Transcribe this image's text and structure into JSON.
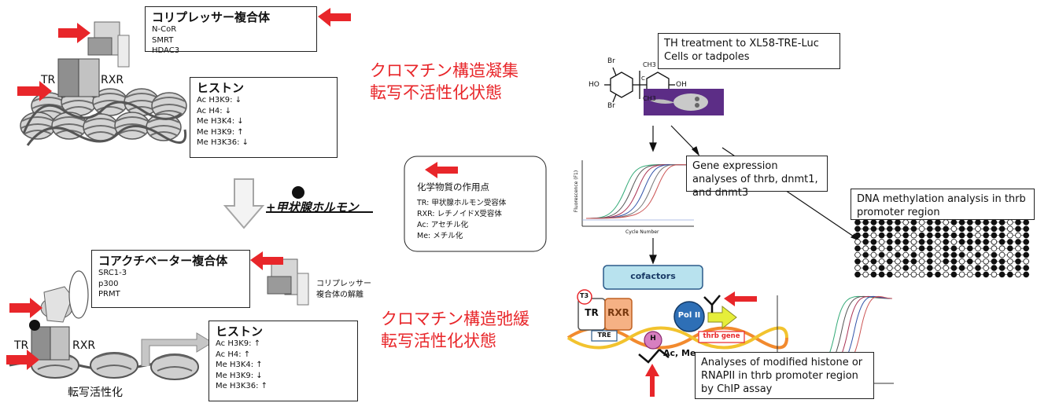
{
  "corepressor_box": {
    "title": "コリプレッサー複合体",
    "items": [
      "N-CoR",
      "SMRT",
      "HDAC3"
    ]
  },
  "histone_top": {
    "title": "ヒストン",
    "items": [
      "Ac H3K9: ↓",
      "Ac H4: ↓",
      "Me H3K4: ↓",
      "Me H3K9: ↑",
      "Me H3K36: ↓"
    ]
  },
  "repressed_state": {
    "line1": "クロマチン構造凝集",
    "line2": "転写不活性化状態"
  },
  "receptor_labels": {
    "tr": "TR",
    "rxr": "RXR",
    "tr2": "TR",
    "rxr2": "RXR"
  },
  "hormone_label": "+甲状腺ホルモン",
  "coactivator_box": {
    "title": "コアクチベーター複合体",
    "items": [
      "SRC1-3",
      "p300",
      "PRMT"
    ]
  },
  "release_label": {
    "line1": "コリプレッサー",
    "line2": "複合体の解離"
  },
  "histone_bottom": {
    "title": "ヒストン",
    "items": [
      "Ac H3K9: ↑",
      "Ac H4: ↑",
      "Me H3K4: ↑",
      "Me H3K9: ↓",
      "Me H3K36: ↑"
    ]
  },
  "active_state": {
    "line1": "クロマチン構造弛緩",
    "line2": "転写活性化状態"
  },
  "transcription_label": "転写活性化",
  "legend": {
    "title": "化学物質の作用点",
    "items": [
      "TR: 甲状腺ホルモン受容体",
      "RXR: レチノイドX受容体",
      "Ac: アセチル化",
      "Me: メチル化"
    ]
  },
  "molecule_labels": {
    "br1": "Br",
    "br2": "Br",
    "ho": "HO",
    "oh": "OH",
    "ch3a": "CH3",
    "ch3b": "CH3",
    "c": "C"
  },
  "notes": {
    "treatment": "TH treatment to XL58-TRE-Luc Cells or tadpoles",
    "expression": "Gene expression analyses of thrb, dnmt1, and dnmt3",
    "methylation": "DNA methylation analysis in thrb promoter region",
    "chip": "Analyses of modified histone or RNAPII in thrb promoter region by ChIP assay"
  },
  "plot_labels": {
    "y": "Fluorescence (F1)",
    "x": "Cycle Number"
  },
  "bottom_diagram": {
    "cofactors": "cofactors",
    "t3": "T3",
    "tr": "TR",
    "rxr": "RXR",
    "pol2": "Pol II",
    "tre": "TRE",
    "gene": "thrb gene",
    "h": "H",
    "mod": "Ac, Me"
  },
  "colors": {
    "red": "#e8262a",
    "cofactors_fill": "#b8e2ee",
    "rxr_fill": "#f5b184",
    "pol2_fill": "#2e6fb6",
    "h_fill": "#d77fc0",
    "arrow_yellow": "#e6ee3a"
  }
}
